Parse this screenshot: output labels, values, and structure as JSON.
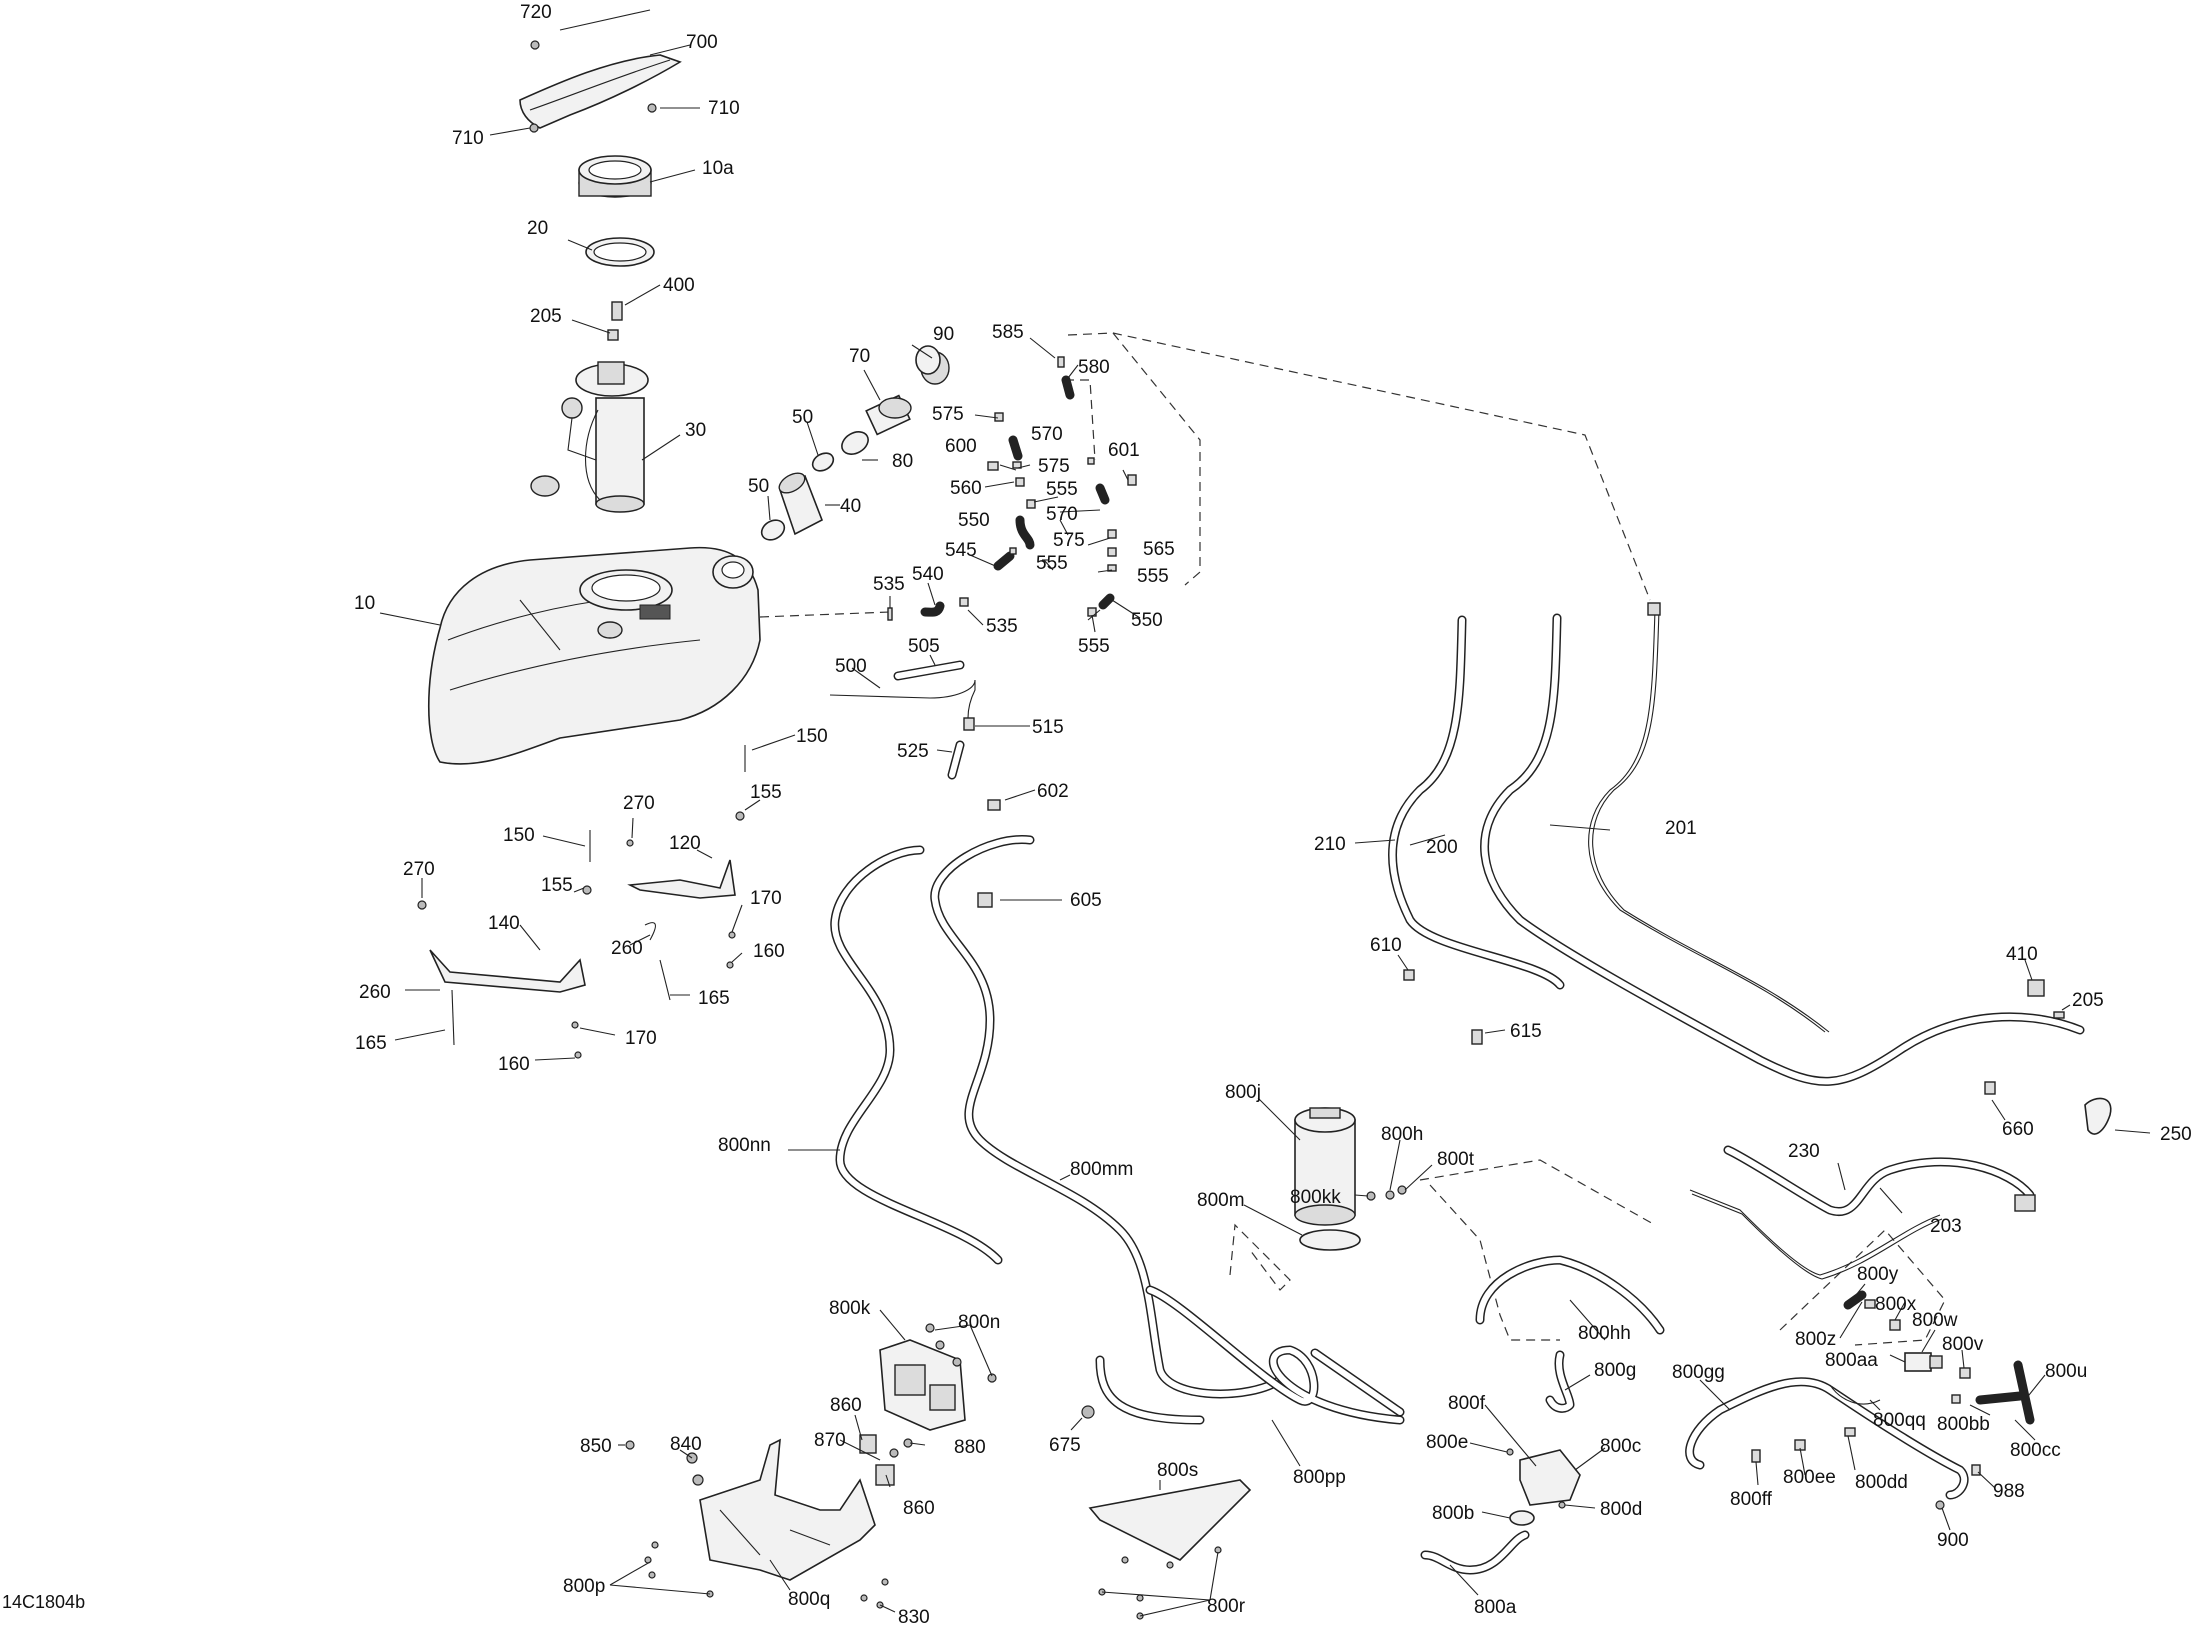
{
  "diagram_code": "14C1804b",
  "labels": {
    "l720": "720",
    "l700": "700",
    "l710a": "710",
    "l710b": "710",
    "l10a": "10a",
    "l20": "20",
    "l400": "400",
    "l205a": "205",
    "l30": "30",
    "l90": "90",
    "l70": "70",
    "l585": "585",
    "l580": "580",
    "l50a": "50",
    "l80": "80",
    "l50b": "50",
    "l40": "40",
    "l575a": "575",
    "l570a": "570",
    "l600": "600",
    "l575b": "575",
    "l601": "601",
    "l560": "560",
    "l555a": "555",
    "l570b": "570",
    "l550a": "550",
    "l575c": "575",
    "l565": "565",
    "l545": "545",
    "l555b": "555",
    "l555c": "555",
    "l535a": "535",
    "l540": "540",
    "l535b": "535",
    "l550b": "550",
    "l555d": "555",
    "l10": "10",
    "l500": "500",
    "l505": "505",
    "l515": "515",
    "l525": "525",
    "l150a": "150",
    "l155a": "155",
    "l602": "602",
    "l270a": "270",
    "l150b": "150",
    "l120": "120",
    "l270b": "270",
    "l155b": "155",
    "l170a": "170",
    "l140": "140",
    "l260a": "260",
    "l160a": "160",
    "l260b": "260",
    "l165a": "165",
    "l165b": "165",
    "l170b": "170",
    "l160b": "160",
    "l605": "605",
    "l210": "210",
    "l200": "200",
    "l201": "201",
    "l610": "610",
    "l615": "615",
    "l410": "410",
    "l205b": "205",
    "l250": "250",
    "l660": "660",
    "l800j": "800j",
    "l800h": "800h",
    "l800t": "800t",
    "l800m": "800m",
    "l800kk": "800kk",
    "l800nn": "800nn",
    "l800mm": "800mm",
    "l230": "230",
    "l203": "203",
    "l800y": "800y",
    "l800z": "800z",
    "l800x": "800x",
    "l800w": "800w",
    "l800aa": "800aa",
    "l800v": "800v",
    "l800hh": "800hh",
    "l800k": "800k",
    "l800n": "800n",
    "l800g": "800g",
    "l800gg": "800gg",
    "l800u": "800u",
    "l800qq": "800qq",
    "l800bb": "800bb",
    "l800cc": "800cc",
    "l800f": "800f",
    "l860a": "860",
    "l880": "880",
    "l870": "870",
    "l850": "850",
    "l840": "840",
    "l675": "675",
    "l800s": "800s",
    "l800pp": "800pp",
    "l800e": "800e",
    "l800c": "800c",
    "l800ee": "800ee",
    "l800dd": "800dd",
    "l988": "988",
    "l800ff": "800ff",
    "l860b": "860",
    "l800b": "800b",
    "l800d": "800d",
    "l900": "900",
    "l800p": "800p",
    "l800q": "800q",
    "l800r": "800r",
    "l830": "830",
    "l800a": "800a"
  }
}
